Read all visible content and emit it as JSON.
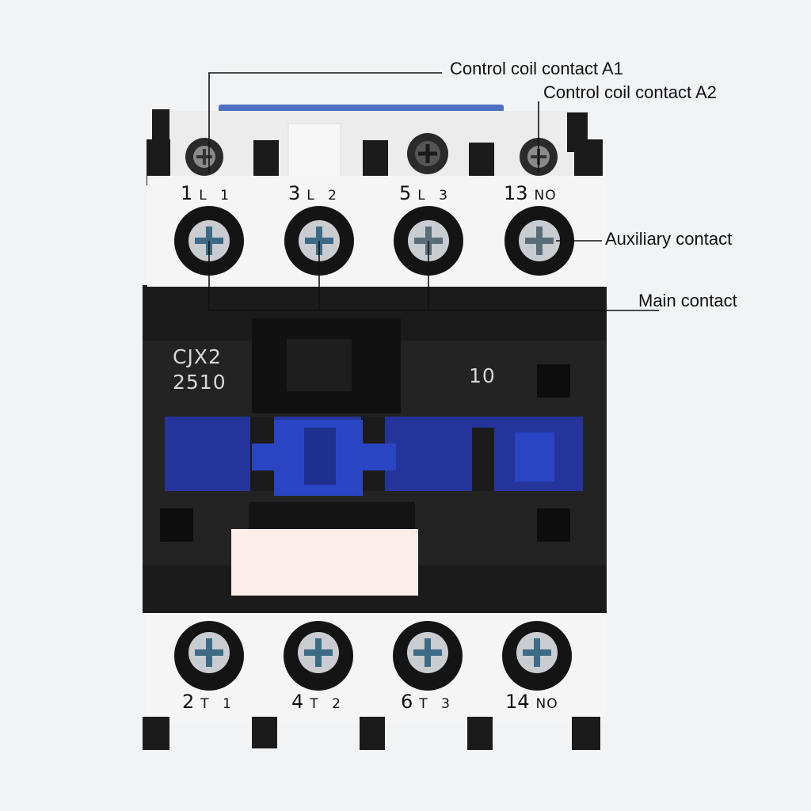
{
  "colors": {
    "background": "#f2f3f5",
    "housing": "#1b1b1b",
    "terminal_block": "#f5f5f5",
    "accent_blue": "#25349a",
    "label_patch": "#fbeee8"
  },
  "callouts": {
    "coil_a1": "Control coil contact A1",
    "coil_a2": "Control coil contact A2",
    "auxiliary": "Auxiliary contact",
    "main": "Main contact"
  },
  "top_terminals": [
    {
      "num": "1",
      "sub": "L 1"
    },
    {
      "num": "3",
      "sub": "L 2"
    },
    {
      "num": "5",
      "sub": "L 3"
    },
    {
      "num": "13",
      "sub": "NO"
    }
  ],
  "bottom_terminals": [
    {
      "num": "2",
      "sub": "T 1"
    },
    {
      "num": "4",
      "sub": "T 2"
    },
    {
      "num": "6",
      "sub": "T 3"
    },
    {
      "num": "14",
      "sub": "NO"
    }
  ],
  "device": {
    "model_line1": "CJX2",
    "model_line2": "2510",
    "aux_code": "10"
  },
  "icons": [
    "phillips-screw-icon",
    "coil-screw-icon"
  ]
}
